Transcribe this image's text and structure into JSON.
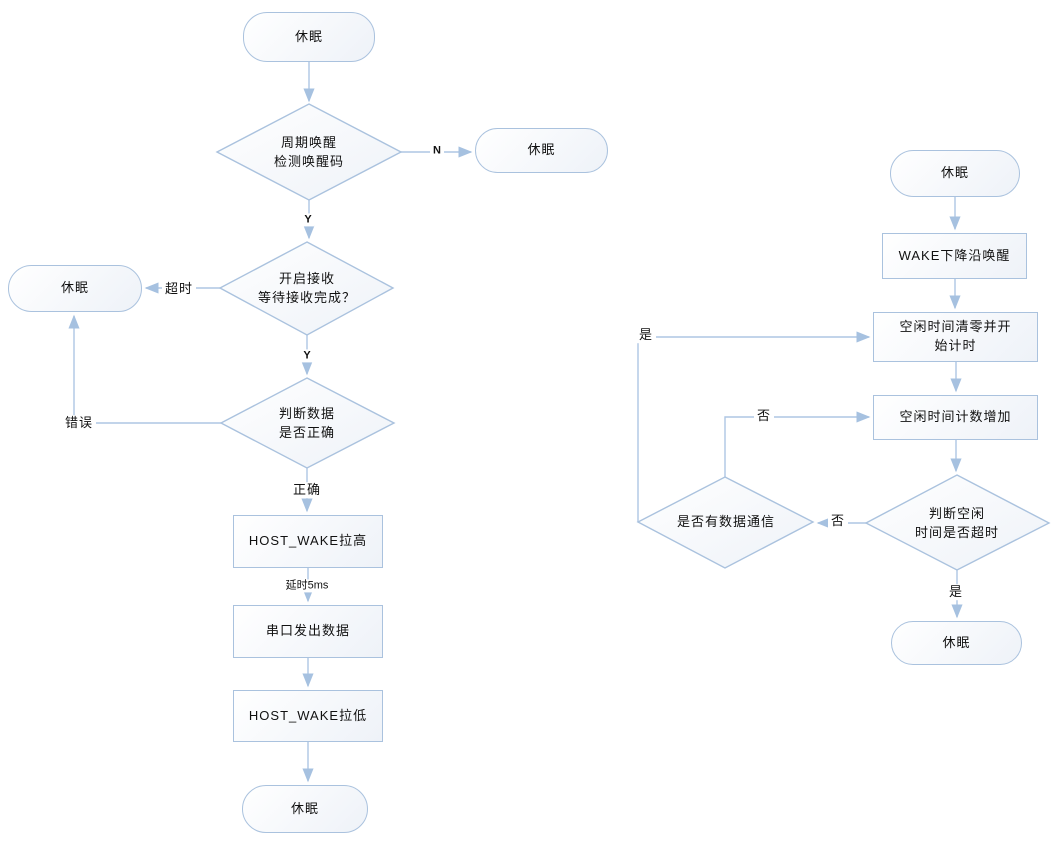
{
  "colors": {
    "node_border": "#aac2de",
    "edge_line": "#aec6e4",
    "arrowhead": "#a6c1e0",
    "text": "#111111",
    "background": "#ffffff"
  },
  "left_chart": {
    "start": "休眠",
    "decision_wake_cycle": "周期唤醒\n检测唤醒码",
    "sleep_after_n": "休眠",
    "decision_receive": "开启接收\n等待接收完成？",
    "sleep_after_timeout": "休眠",
    "decision_data_valid": "判断数据\n是否正确",
    "host_wake_high": "HOST_WAKE拉高",
    "uart_send": "串口发出数据",
    "host_wake_low": "HOST_WAKE拉低",
    "end": "休眠",
    "edge_labels": {
      "n": "N",
      "y_top": "Y",
      "timeout": "超时",
      "y_mid": "Y",
      "error": "错误",
      "correct": "正确",
      "delay_5ms": "延时5ms"
    }
  },
  "right_chart": {
    "start": "休眠",
    "wake_falling_edge": "WAKE下降沿唤醒",
    "idle_clear_start": "空闲时间清零并开\n始计时",
    "idle_count_increase": "空闲时间计数增加",
    "decision_idle_timeout": "判断空闲\n时间是否超时",
    "decision_data_comm": "是否有数据通信",
    "end": "休眠",
    "edge_labels": {
      "yes_to_clear": "是",
      "no_to_count": "否",
      "no_to_comm": "否",
      "yes_to_sleep": "是"
    }
  }
}
